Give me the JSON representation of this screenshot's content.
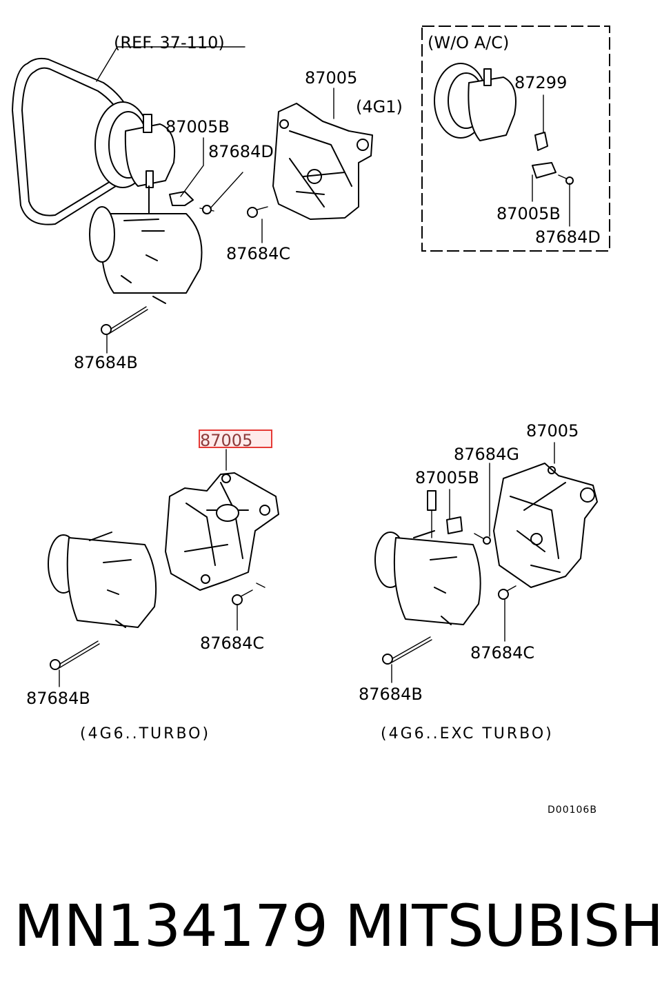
{
  "diagram": {
    "top_left": {
      "ref_label": "(REF. 37-110)",
      "labels": {
        "bracket_pump": "87005B",
        "bolt_d": "87684D",
        "bolt_b": "87684B"
      }
    },
    "top_center": {
      "labels": {
        "bracket": "87005",
        "bolt_c": "87684C"
      },
      "engine_label": "(4G1)"
    },
    "inset": {
      "title": "(W/O  A/C)",
      "labels": {
        "part": "87299",
        "bracket_pump": "87005B",
        "bolt_d": "87684D"
      }
    },
    "bottom_left": {
      "labels": {
        "bracket": "87005",
        "bolt_c": "87684C",
        "bolt_b": "87684B"
      },
      "caption": "(4G6..TURBO)"
    },
    "bottom_right": {
      "labels": {
        "bracket": "87005",
        "bolt_g": "87684G",
        "bracket_pump": "87005B",
        "bolt_c": "87684C",
        "bolt_b": "87684B"
      },
      "caption": "(4G6..EXC TURBO)"
    },
    "diagram_code": "D00106B",
    "highlight_color": "#e53935"
  },
  "footer": {
    "part_number": "MN134179",
    "brand": "MITSUBISHI"
  }
}
